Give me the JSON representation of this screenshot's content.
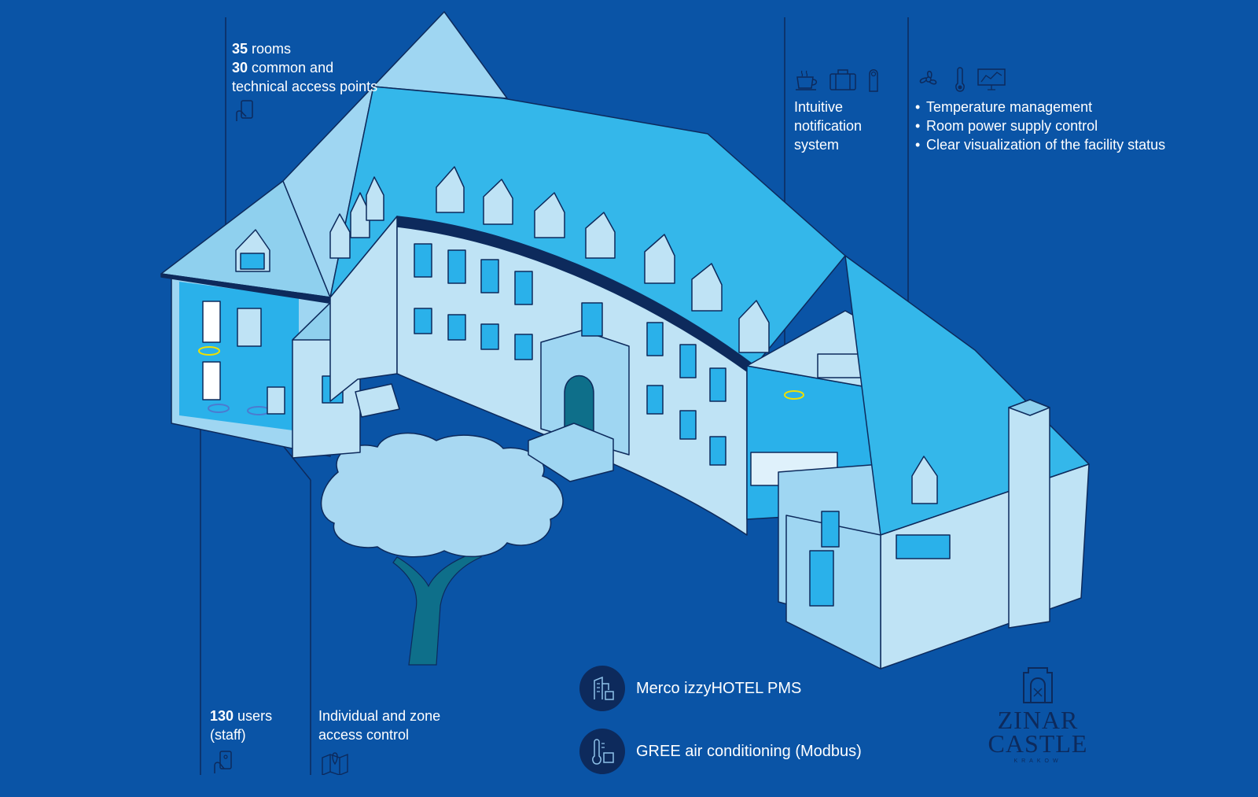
{
  "colors": {
    "background": "#0a54a6",
    "roof": "#34b7ea",
    "wall": "#bfe3f5",
    "outline": "#0d2a5c",
    "tree": "#a8d8f2",
    "accent": "#f0e000"
  },
  "rooms_callout": {
    "rooms_num": "35",
    "rooms_text": " rooms",
    "points_num": "30",
    "points_text": " common and",
    "points_text2": "technical access points",
    "icon": "access-card-icon"
  },
  "notifications": {
    "line1": "Intuitive",
    "line2": "notification",
    "line3": "system",
    "icons": [
      "coffee-cup-icon",
      "suitcase-icon",
      "door-hanger-icon"
    ]
  },
  "features": {
    "items": [
      "Temperature management",
      "Room power supply control",
      "Clear visualization of the facility status"
    ],
    "icons": [
      "fan-icon",
      "thermometer-icon",
      "monitor-icon"
    ]
  },
  "users_callout": {
    "num": "130",
    "text": " users",
    "line2": "(staff)",
    "icon": "hand-card-icon"
  },
  "zone_callout": {
    "line1": "Individual and zone",
    "line2": "access control",
    "icon": "map-pin-icon"
  },
  "legend": [
    {
      "label": "Merco izzyHOTEL PMS",
      "icon": "building-puzzle-icon"
    },
    {
      "label": "GREE air conditioning (Modbus)",
      "icon": "thermometer-puzzle-icon"
    }
  ],
  "logo": {
    "line1": "ZINAR",
    "line2": "CASTLE",
    "city": "KRAKOW"
  }
}
